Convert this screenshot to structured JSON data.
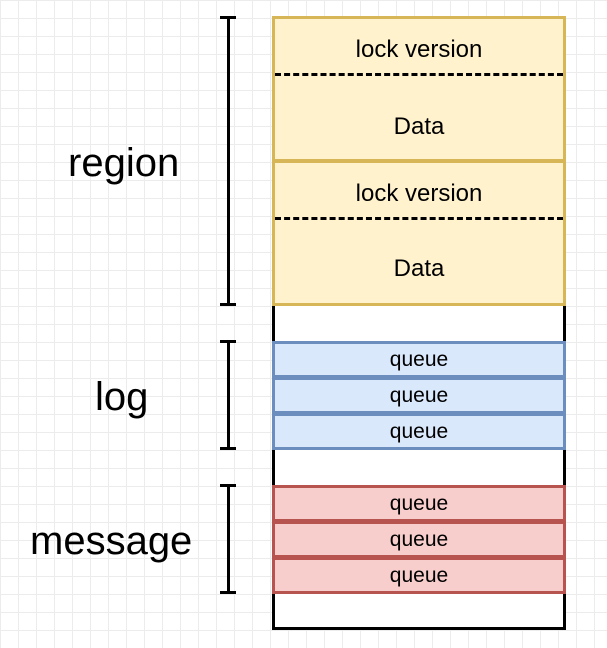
{
  "labels": {
    "region": "region",
    "log": "log",
    "message": "message"
  },
  "region_blocks": [
    {
      "header": "lock version",
      "body": "Data"
    },
    {
      "header": "lock version",
      "body": "Data"
    }
  ],
  "log_queues": [
    "queue",
    "queue",
    "queue"
  ],
  "message_queues": [
    "queue",
    "queue",
    "queue"
  ],
  "colors": {
    "region_fill": "#fff2cc",
    "region_border": "#d6b656",
    "log_fill": "#dae8fc",
    "log_border": "#6c8ebf",
    "message_fill": "#f8cecc",
    "message_border": "#b85450"
  }
}
